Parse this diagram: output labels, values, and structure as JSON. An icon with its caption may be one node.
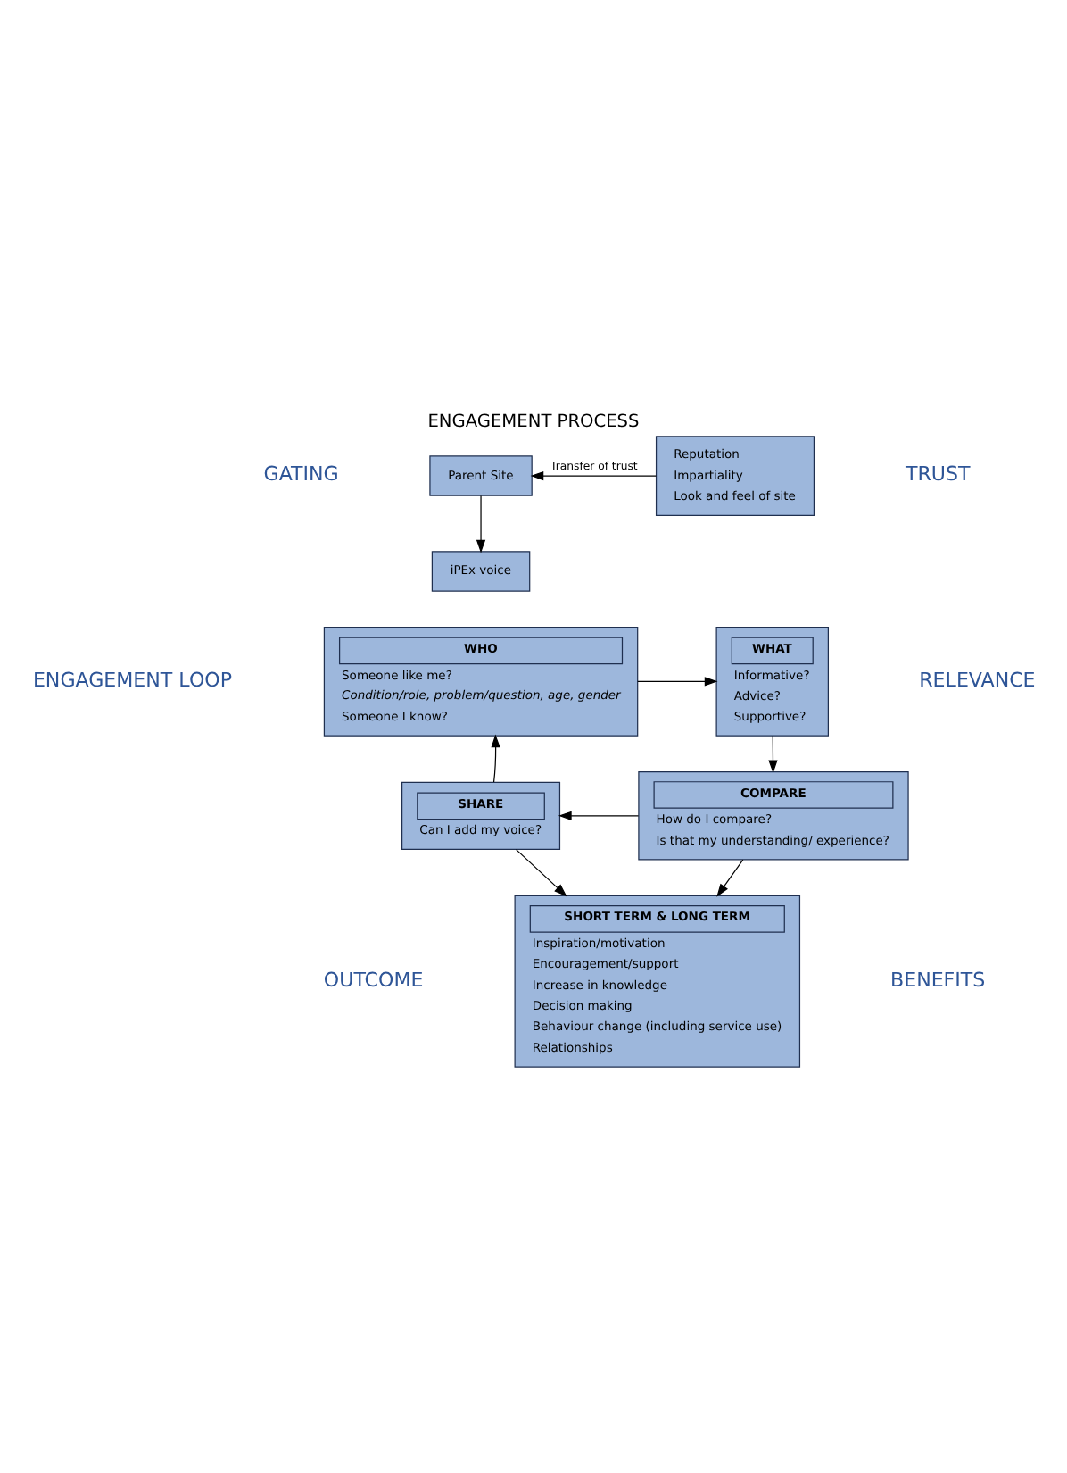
{
  "diagram": {
    "title": "ENGAGEMENT PROCESS",
    "nodes": [
      {
        "text": [
          "Parent Site"
        ]
      },
      {
        "text": [
          "Reputation",
          "Impartiality",
          "Look and feel of site"
        ]
      },
      {
        "text": [
          "iPEx voice"
        ]
      },
      {
        "text": [
          "WHO",
          "Someone like me?",
          "Condition/role, problem/question, age, gender",
          "Someone I know?"
        ]
      },
      {
        "text": [
          "WHAT",
          "Informative?",
          "Advice?",
          "Supportive?"
        ]
      },
      {
        "text": [
          "COMPARE",
          "How do I compare?",
          "Is that my understanding/ experience?"
        ]
      },
      {
        "text": [
          "SHARE",
          "Can I add my voice?"
        ]
      },
      {
        "text": [
          "SHORT TERM & LONG TERM",
          "Inspiration/motivation",
          "Encouragement/support",
          "Increase in knowledge",
          "Decision making",
          "Behaviour change (including service use)",
          "Relationships"
        ]
      }
    ],
    "edges": [
      {
        "from": 1,
        "to": 0,
        "arrow": "to",
        "label": "Transfer of trust"
      },
      {
        "from": 0,
        "to": 2,
        "arrow": "to"
      },
      {
        "from": 3,
        "to": 4,
        "arrow": "to"
      },
      {
        "from": 4,
        "to": 5,
        "arrow": "to"
      },
      {
        "from": 5,
        "to": 6,
        "arrow": "to"
      },
      {
        "from": 6,
        "to": 3,
        "arrow": "to"
      },
      {
        "from": 6,
        "to": 7,
        "arrow": "to"
      },
      {
        "from": 5,
        "to": 7,
        "arrow": "to"
      }
    ],
    "labels": [
      "GATING",
      "TRUST",
      "ENGAGEMENT LOOP",
      "RELEVANCE",
      "OUTCOME",
      "BENEFITS"
    ]
  }
}
